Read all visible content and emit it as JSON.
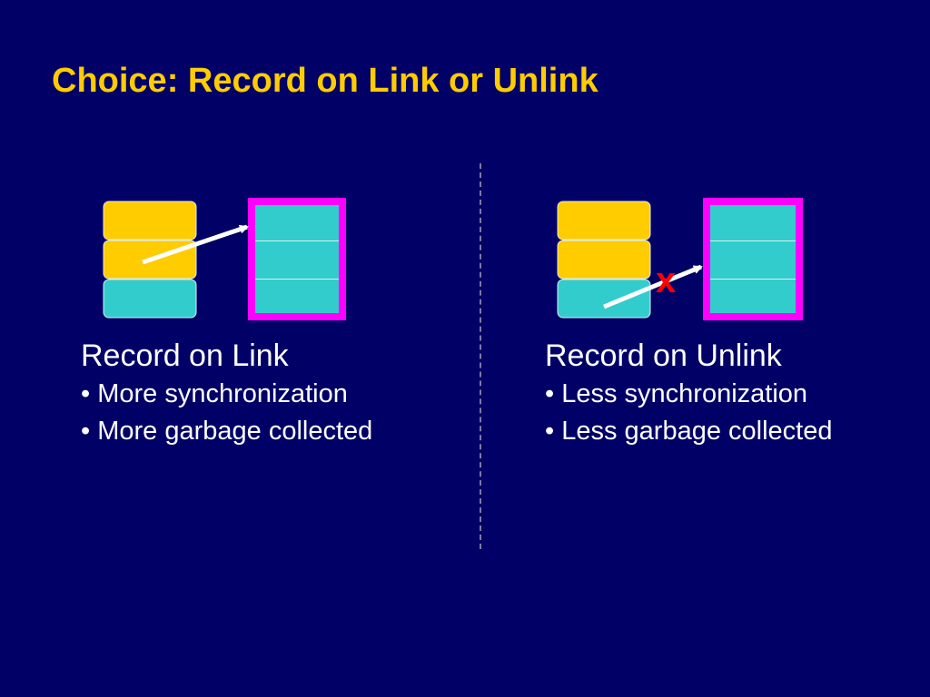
{
  "title": "Choice: Record on Link or Unlink",
  "colors": {
    "background": "#000066",
    "title": "#FFCC00",
    "stack_yellow": "#FFCC00",
    "stack_teal": "#33CCCC",
    "highlight_frame": "#FF00FF",
    "arrow": "#FFFFFF",
    "mark": "#FF0000"
  },
  "left": {
    "heading": "Record on Link",
    "bullets": [
      "• More synchronization",
      "• More garbage collected"
    ]
  },
  "right": {
    "heading": "Record on Unlink",
    "bullets": [
      "• Less synchronization",
      "• Less garbage collected"
    ],
    "mark": "x"
  }
}
